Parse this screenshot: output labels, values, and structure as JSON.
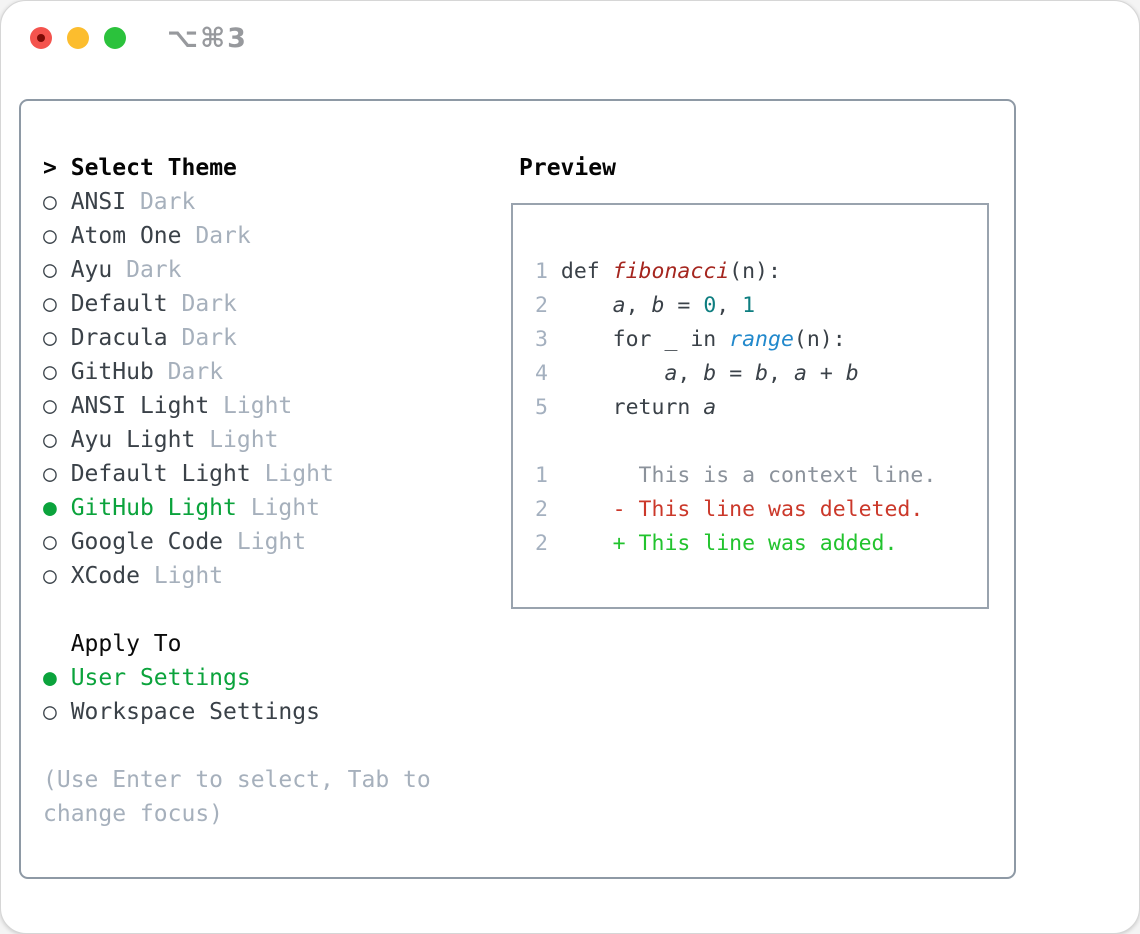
{
  "window": {
    "title": "⌥⌘3",
    "controls": [
      {
        "name": "close-button"
      },
      {
        "name": "minimize-button"
      },
      {
        "name": "zoom-button"
      }
    ]
  },
  "theme_list": {
    "header_prefix": ">",
    "header": "Select Theme",
    "marker_unselected": "○",
    "marker_selected": "●",
    "items": [
      {
        "name": "ANSI",
        "variant": "Dark",
        "selected": false
      },
      {
        "name": "Atom One",
        "variant": "Dark",
        "selected": false
      },
      {
        "name": "Ayu",
        "variant": "Dark",
        "selected": false
      },
      {
        "name": "Default",
        "variant": "Dark",
        "selected": false
      },
      {
        "name": "Dracula",
        "variant": "Dark",
        "selected": false
      },
      {
        "name": "GitHub",
        "variant": "Dark",
        "selected": false
      },
      {
        "name": "ANSI Light",
        "variant": "Light",
        "selected": false
      },
      {
        "name": "Ayu Light",
        "variant": "Light",
        "selected": false
      },
      {
        "name": "Default Light",
        "variant": "Light",
        "selected": false
      },
      {
        "name": "GitHub Light",
        "variant": "Light",
        "selected": true
      },
      {
        "name": "Google Code",
        "variant": "Light",
        "selected": false
      },
      {
        "name": "XCode",
        "variant": "Light",
        "selected": false
      }
    ]
  },
  "apply_to": {
    "header": "Apply To",
    "options": [
      {
        "name": "User Settings",
        "selected": true
      },
      {
        "name": "Workspace Settings",
        "selected": false
      }
    ]
  },
  "hint": "(Use Enter to select, Tab to change focus)",
  "preview": {
    "header": "Preview",
    "lines": [
      {
        "num": "1",
        "tokens": [
          {
            "t": "def ",
            "c": "kw"
          },
          {
            "t": "fibonacci",
            "c": "fn"
          },
          {
            "t": "(n):",
            "c": "pl"
          }
        ]
      },
      {
        "num": "2",
        "tokens": [
          {
            "t": "    ",
            "c": "pl"
          },
          {
            "t": "a",
            "c": "var"
          },
          {
            "t": ", ",
            "c": "pl"
          },
          {
            "t": "b",
            "c": "var"
          },
          {
            "t": " = ",
            "c": "pl"
          },
          {
            "t": "0",
            "c": "num"
          },
          {
            "t": ", ",
            "c": "pl"
          },
          {
            "t": "1",
            "c": "num"
          }
        ]
      },
      {
        "num": "3",
        "tokens": [
          {
            "t": "    for _ in ",
            "c": "pl"
          },
          {
            "t": "range",
            "c": "bi"
          },
          {
            "t": "(n):",
            "c": "pl"
          }
        ]
      },
      {
        "num": "4",
        "tokens": [
          {
            "t": "        ",
            "c": "pl"
          },
          {
            "t": "a",
            "c": "var"
          },
          {
            "t": ", ",
            "c": "pl"
          },
          {
            "t": "b",
            "c": "var"
          },
          {
            "t": " = ",
            "c": "pl"
          },
          {
            "t": "b",
            "c": "var"
          },
          {
            "t": ", ",
            "c": "pl"
          },
          {
            "t": "a",
            "c": "var"
          },
          {
            "t": " + ",
            "c": "pl"
          },
          {
            "t": "b",
            "c": "var"
          }
        ]
      },
      {
        "num": "5",
        "tokens": [
          {
            "t": "    return ",
            "c": "pl"
          },
          {
            "t": "a",
            "c": "var"
          }
        ]
      },
      {
        "num": "",
        "tokens": []
      },
      {
        "num": "1",
        "tokens": [
          {
            "t": "      This is a context line.",
            "c": "ctx"
          }
        ]
      },
      {
        "num": "2",
        "tokens": [
          {
            "t": "    - This line was deleted.",
            "c": "del"
          }
        ]
      },
      {
        "num": "2",
        "tokens": [
          {
            "t": "    + This line was added.",
            "c": "add"
          }
        ]
      }
    ]
  },
  "colors": {
    "accent_green": "#0ba33c",
    "diff_added_green": "#22c32e",
    "diff_deleted_red": "#cb382a",
    "function_red": "#a5261f",
    "number_teal": "#0e7e80",
    "builtin_blue": "#2289cc",
    "muted_gray": "#a6b0bc",
    "text_dark": "#3a4148",
    "panel_border": "#8e99a5",
    "traffic_red": "#f4534d",
    "traffic_yellow": "#fcbd2e",
    "traffic_green": "#2bc23c"
  }
}
